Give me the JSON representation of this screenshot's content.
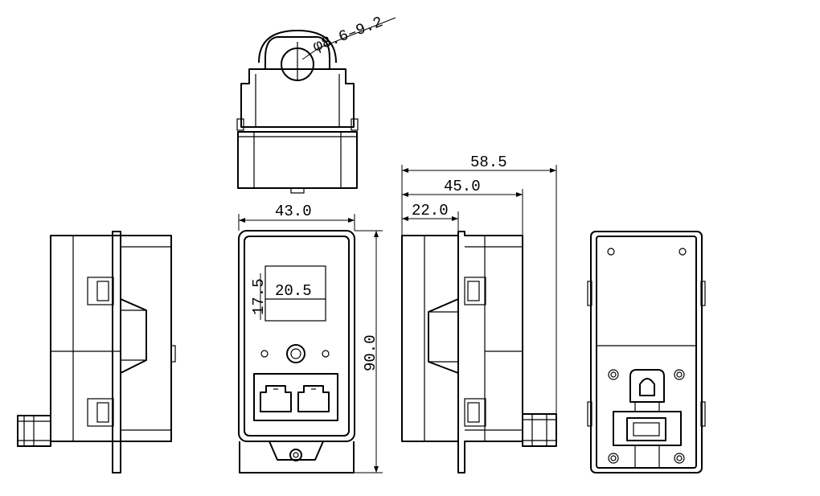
{
  "dimensions": {
    "cable_diameter": "φ8.6–9.2",
    "front_width": "43.0",
    "front_height": "90.0",
    "label_width": "20.5",
    "label_height": "17.5",
    "depth_total": "58.5",
    "depth_mid": "45.0",
    "depth_front": "22.0"
  },
  "colors": {
    "line": "#000000",
    "background": "#ffffff"
  }
}
